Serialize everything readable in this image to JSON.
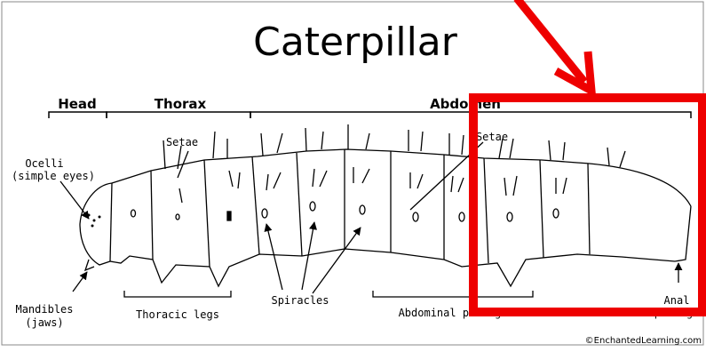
{
  "diagram": {
    "title": "Caterpillar",
    "sections": {
      "head": "Head",
      "thorax": "Thorax",
      "abdomen": "Abdomen"
    },
    "labels": {
      "ocelli_line1": "Ocelli",
      "ocelli_line2": "(simple eyes)",
      "setae_thorax": "Setae",
      "setae_abdomen": "Setae",
      "mandibles_line1": "Mandibles",
      "mandibles_line2": "(jaws)",
      "thoracic_legs": "Thoracic legs",
      "spiracles": "Spiracles",
      "abdominal_prolegs": "Abdominal prolegs",
      "anal_line1": "Anal",
      "anal_line2": "prolegs"
    },
    "copyright": "©EnchantedLearning.com"
  },
  "annotation": {
    "color": "#ee0000",
    "shapes": [
      "highlight-rectangle",
      "pointer-arrow"
    ]
  }
}
